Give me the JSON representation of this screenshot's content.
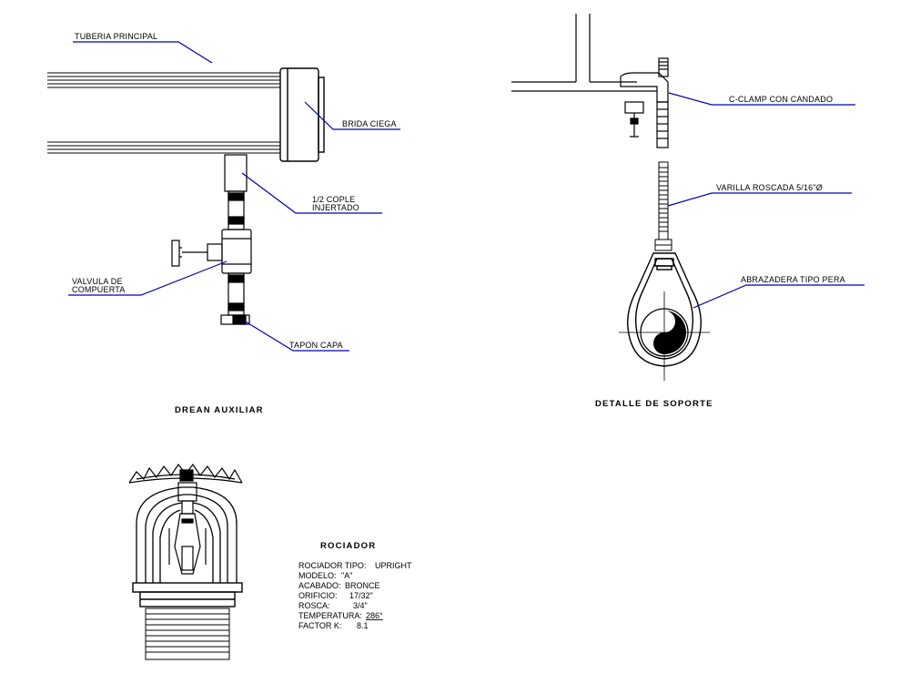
{
  "drain": {
    "title": "DREAN AUXILIAR",
    "labels": {
      "main_pipe": "TUBERIA PRINCIPAL",
      "blind_flange": "BRIDA CIEGA",
      "coupling_line1": "1/2 COPLE",
      "coupling_line2": "INJERTADO",
      "gate_valve_line1": "VALVULA DE",
      "gate_valve_line2": "COMPUERTA",
      "cap": "TAPON CAPA"
    }
  },
  "support": {
    "title": "DETALLE DE SOPORTE",
    "labels": {
      "c_clamp": "C-CLAMP CON CANDADO",
      "threaded_rod": "VARILLA ROSCADA 5/16\"Ø",
      "pear_clamp": "ABRAZADERA TIPO PERA"
    }
  },
  "sprinkler": {
    "title": "ROCIADOR",
    "specs": [
      {
        "key": "ROCIADOR TIPO:",
        "value": "UPRIGHT"
      },
      {
        "key": "MODELO:",
        "value": "\"A\""
      },
      {
        "key": "ACABADO:",
        "value": "BRONCE"
      },
      {
        "key": "ORIFICIO:",
        "value": "17/32\""
      },
      {
        "key": "ROSCA:",
        "value": "3/4\""
      },
      {
        "key": "TEMPERATURA:",
        "value": "286°"
      },
      {
        "key": "FACTOR K:",
        "value": "8.1"
      }
    ]
  },
  "colors": {
    "leader_lines": "#0000b4",
    "linework": "#000000",
    "background": "#ffffff"
  }
}
